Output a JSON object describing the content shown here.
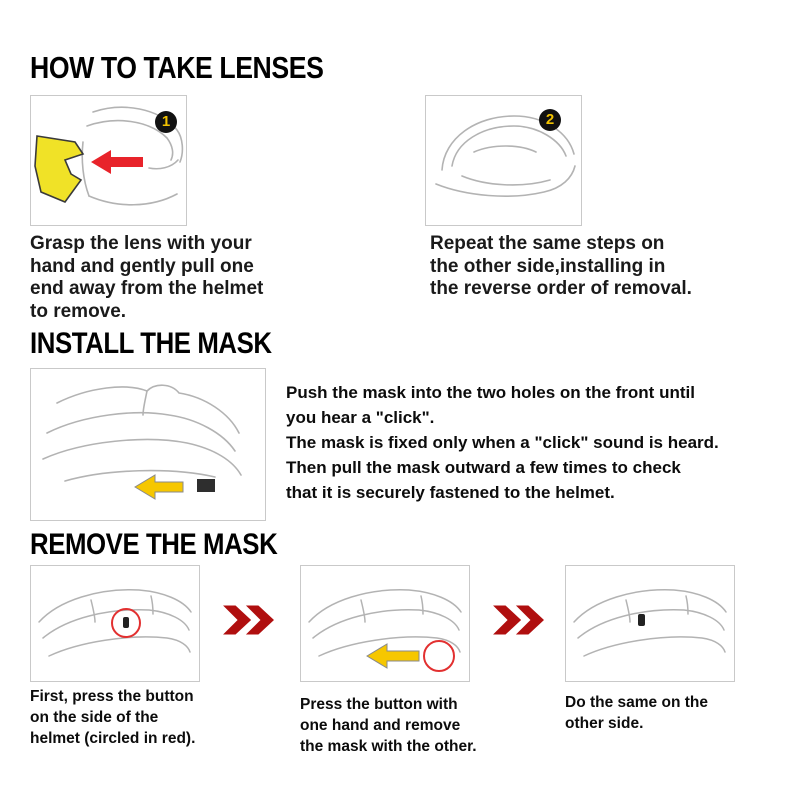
{
  "page": {
    "background": "#ffffff"
  },
  "colors": {
    "title_text": "#000000",
    "body_text": "#1a1a1a",
    "panel_border": "#c9c9c9",
    "sketch_line": "#b3b3b3",
    "highlight_yellow": "#f0e227",
    "arrow_yellow": "#f6c700",
    "arrow_red": "#e8232a",
    "chevron_red": "#b00f0f",
    "circle_red": "#e23030",
    "badge_background": "#111111",
    "badge_number": "#f2c200"
  },
  "icons": {
    "step_badge_1": "1",
    "step_badge_2": "2",
    "pull_arrow": "arrow-left-red",
    "push_arrow": "arrow-right-yellow",
    "remove_arrow": "arrow-left-yellow",
    "next_step_arrow": "double-chevron-right",
    "button_highlight": "red-circle-outline"
  },
  "sections": {
    "take_lenses": {
      "title": "HOW TO TAKE LENSES",
      "steps": [
        {
          "badge": "1",
          "caption": "Grasp the lens with your\nhand and gently pull one\nend away from the helmet\nto remove."
        },
        {
          "badge": "2",
          "caption": "Repeat the same steps on\nthe other side,installing in\nthe reverse order of removal."
        }
      ]
    },
    "install_mask": {
      "title": "INSTALL THE MASK",
      "instructions": "Push the mask into the two holes on the front until\nyou hear a \"click\".\nThe mask is fixed only when a \"click\" sound is heard.\nThen pull the mask outward a few times to check\nthat it is securely fastened to the helmet."
    },
    "remove_mask": {
      "title": "REMOVE THE MASK",
      "steps": [
        {
          "caption": "First, press the button\non the side of the\nhelmet (circled in red)."
        },
        {
          "caption": "Press the button with\none hand and remove\nthe mask with the other."
        },
        {
          "caption": "Do the same on the\nother side."
        }
      ]
    }
  }
}
